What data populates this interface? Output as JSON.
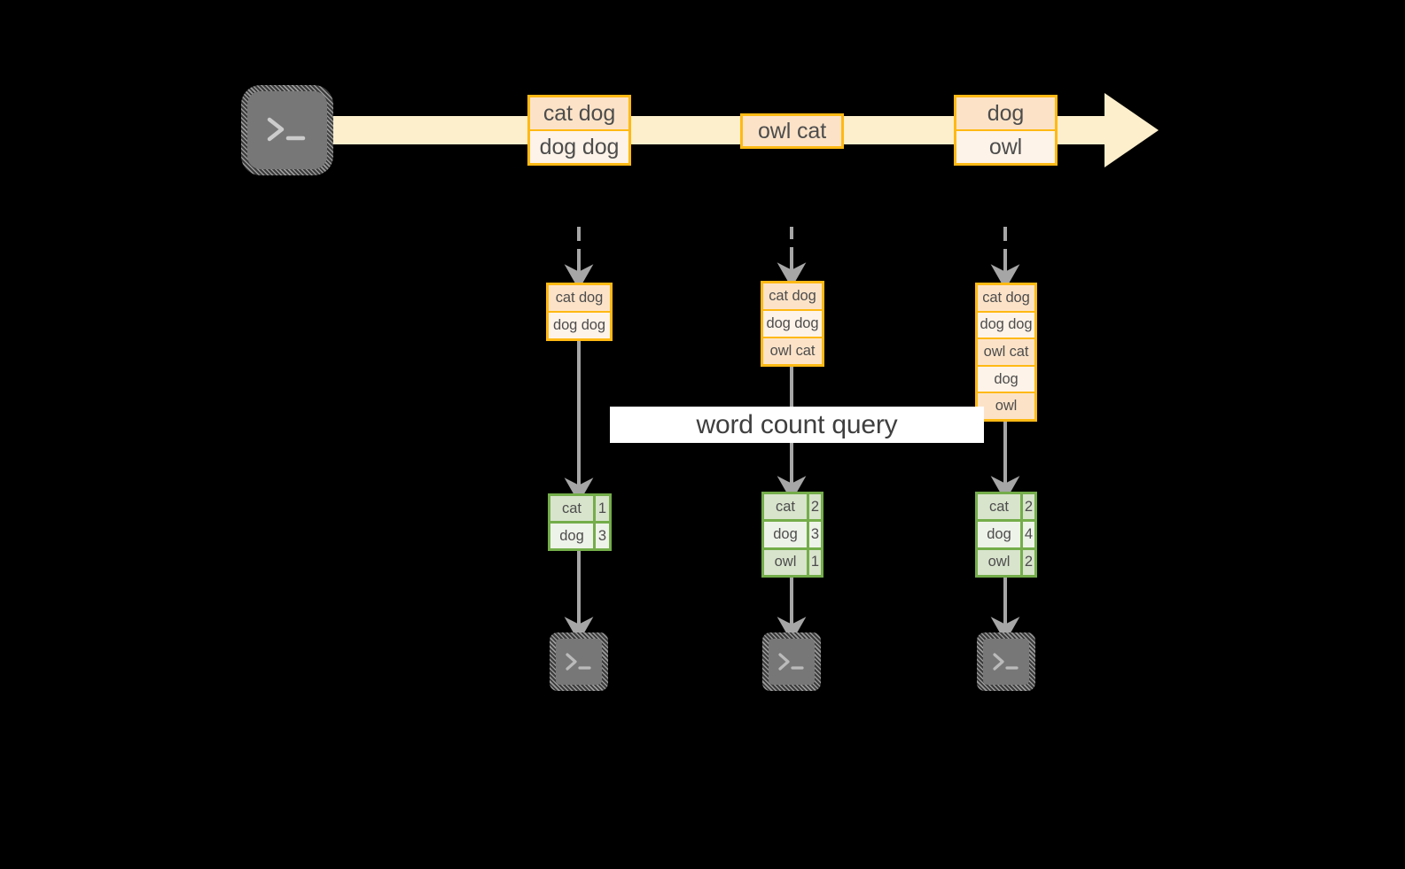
{
  "diagram": {
    "title_label": "word count query",
    "colors": {
      "background": "#000000",
      "stream_band": "#FDEFCC",
      "doc_border": "#FFB914",
      "doc_fill_dark": "#FCE3C8",
      "doc_fill_light": "#FEF3E8",
      "table_border": "#74AD4A",
      "table_fill_dark": "#D8E4CC",
      "table_fill_light": "#EEF3E9",
      "connector": "#A6A6A6",
      "terminal_fill": "#777777",
      "text": "#4d4d4d",
      "banner_fill": "#FFFFFF"
    },
    "producer": {
      "icon": "terminal-icon",
      "prompt_glyph": ">_"
    },
    "stream": {
      "arrow_direction": "right",
      "messages": [
        {
          "lines": [
            "cat dog",
            "dog dog"
          ]
        },
        {
          "lines": [
            "owl cat"
          ]
        },
        {
          "lines": [
            "dog",
            "owl"
          ]
        }
      ]
    },
    "columns": [
      {
        "name": "snapshot-1",
        "input_rows": [
          "cat dog",
          "dog dog"
        ],
        "result_header": null,
        "results": [
          {
            "word": "cat",
            "count": "1"
          },
          {
            "word": "dog",
            "count": "3"
          }
        ],
        "consumer": {
          "icon": "terminal-icon",
          "prompt_glyph": ">_"
        }
      },
      {
        "name": "snapshot-2",
        "input_rows": [
          "cat dog",
          "dog dog",
          "owl cat"
        ],
        "result_header": null,
        "results": [
          {
            "word": "cat",
            "count": "2"
          },
          {
            "word": "dog",
            "count": "3"
          },
          {
            "word": "owl",
            "count": "1"
          }
        ],
        "consumer": {
          "icon": "terminal-icon",
          "prompt_glyph": ">_"
        }
      },
      {
        "name": "snapshot-3",
        "input_rows": [
          "cat dog",
          "dog dog",
          "owl cat",
          "dog",
          "owl"
        ],
        "result_header": null,
        "results": [
          {
            "word": "cat",
            "count": "2"
          },
          {
            "word": "dog",
            "count": "4"
          },
          {
            "word": "owl",
            "count": "2"
          }
        ],
        "consumer": {
          "icon": "terminal-icon",
          "prompt_glyph": ">_"
        }
      }
    ]
  }
}
